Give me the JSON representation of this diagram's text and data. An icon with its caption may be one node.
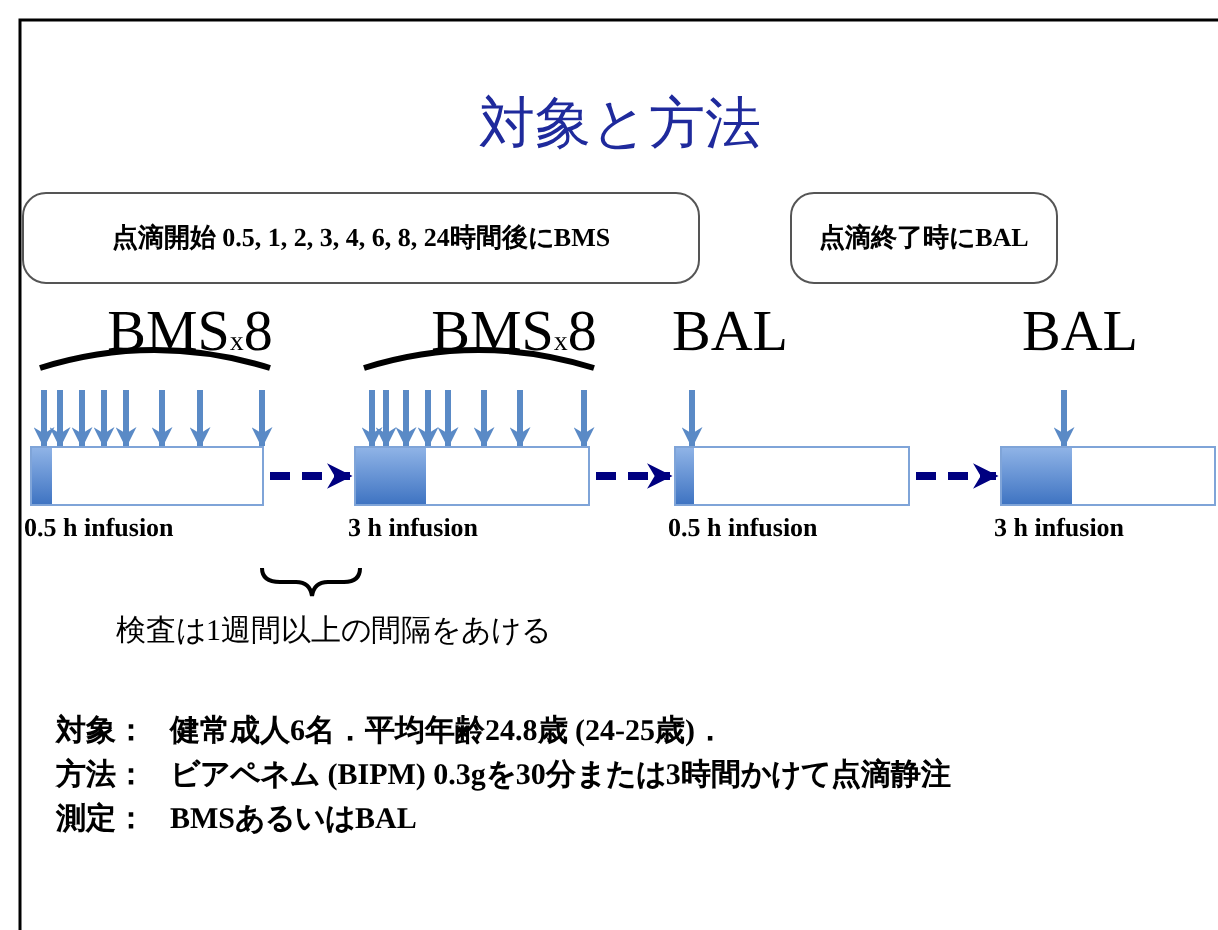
{
  "diagram": {
    "title": "対象と方法",
    "nodes": [
      {
        "text": [
          "点滴開始 0.5, 1, 2, 3, 4, 6, 8, 24時間後にBMS"
        ]
      },
      {
        "text": [
          "点滴終了時にBAL"
        ]
      },
      {
        "text": [],
        "shape": "bar",
        "beside": [
          "0.5 h infusion"
        ]
      },
      {
        "text": [],
        "shape": "bar",
        "beside": [
          "3 h infusion"
        ]
      },
      {
        "text": [],
        "shape": "bar",
        "beside": [
          "0.5 h infusion"
        ]
      },
      {
        "text": [],
        "shape": "bar",
        "beside": [
          "3 h infusion"
        ]
      }
    ],
    "edges": [
      {
        "from": 2,
        "to": 3,
        "arrow": "to",
        "style": "dashed",
        "color": "#000080"
      },
      {
        "from": 3,
        "to": 4,
        "arrow": "to",
        "style": "dashed",
        "color": "#000080"
      },
      {
        "from": 4,
        "to": 5,
        "arrow": "to",
        "style": "dashed",
        "color": "#000080"
      },
      {
        "from": null,
        "to": 2,
        "arrow": "to"
      },
      {
        "from": null,
        "to": 2,
        "arrow": "to"
      },
      {
        "from": null,
        "to": 2,
        "arrow": "to"
      },
      {
        "from": null,
        "to": 2,
        "arrow": "to"
      },
      {
        "from": null,
        "to": 2,
        "arrow": "to"
      },
      {
        "from": null,
        "to": 2,
        "arrow": "to"
      },
      {
        "from": null,
        "to": 2,
        "arrow": "to"
      },
      {
        "from": null,
        "to": 2,
        "arrow": "to"
      },
      {
        "from": null,
        "to": 3,
        "arrow": "to"
      },
      {
        "from": null,
        "to": 3,
        "arrow": "to"
      },
      {
        "from": null,
        "to": 3,
        "arrow": "to"
      },
      {
        "from": null,
        "to": 3,
        "arrow": "to"
      },
      {
        "from": null,
        "to": 3,
        "arrow": "to"
      },
      {
        "from": null,
        "to": 3,
        "arrow": "to"
      },
      {
        "from": null,
        "to": 3,
        "arrow": "to"
      },
      {
        "from": null,
        "to": 3,
        "arrow": "to"
      },
      {
        "from": null,
        "to": 4,
        "arrow": "to"
      },
      {
        "from": null,
        "to": 5,
        "arrow": "to"
      }
    ],
    "labels": [
      "BMS$_{x}$8",
      "BMS$_{x}$8",
      "BAL",
      "BAL",
      "検査は1週間以上の間隔をあける",
      "対象：",
      "健常成人6名．平均年齢24.8歳 (24-25歳)．",
      "方法：",
      "ビアペネム (BIPM) 0.3gを30分または3時間かけて点滴静注",
      "測定：",
      "BMSあるいはBAL"
    ]
  }
}
